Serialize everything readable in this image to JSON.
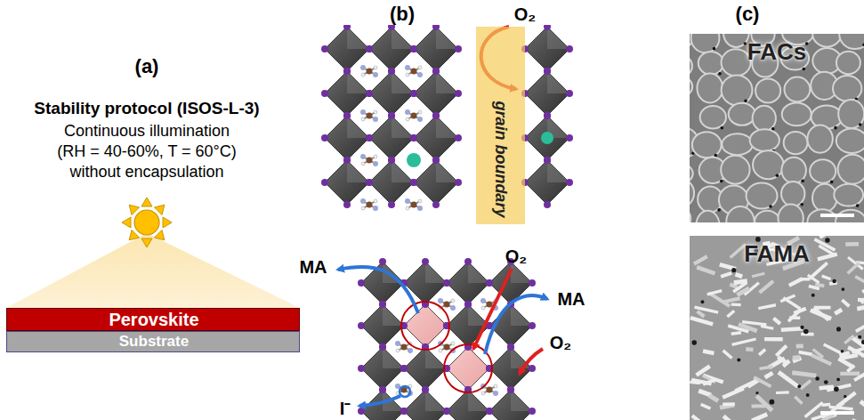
{
  "diagram": {
    "nodes": [
      {
        "text": [
          "Perovskite"
        ]
      },
      {
        "text": [
          "Substrate"
        ]
      },
      {
        "text": [
          "grain boundary"
        ]
      },
      {
        "text": [
          "FACs"
        ]
      },
      {
        "text": [
          "FAMA"
        ]
      }
    ],
    "labels": [
      "(a)",
      "Stability protocol (ISOS-L-3)",
      "Continuous illumination",
      "(RH = 40-60%, T = 60°C)",
      "without encapsulation",
      "(b)",
      "O₂",
      "MA",
      "O₂",
      "MA",
      "O₂",
      "I⁻",
      "(c)"
    ]
  }
}
